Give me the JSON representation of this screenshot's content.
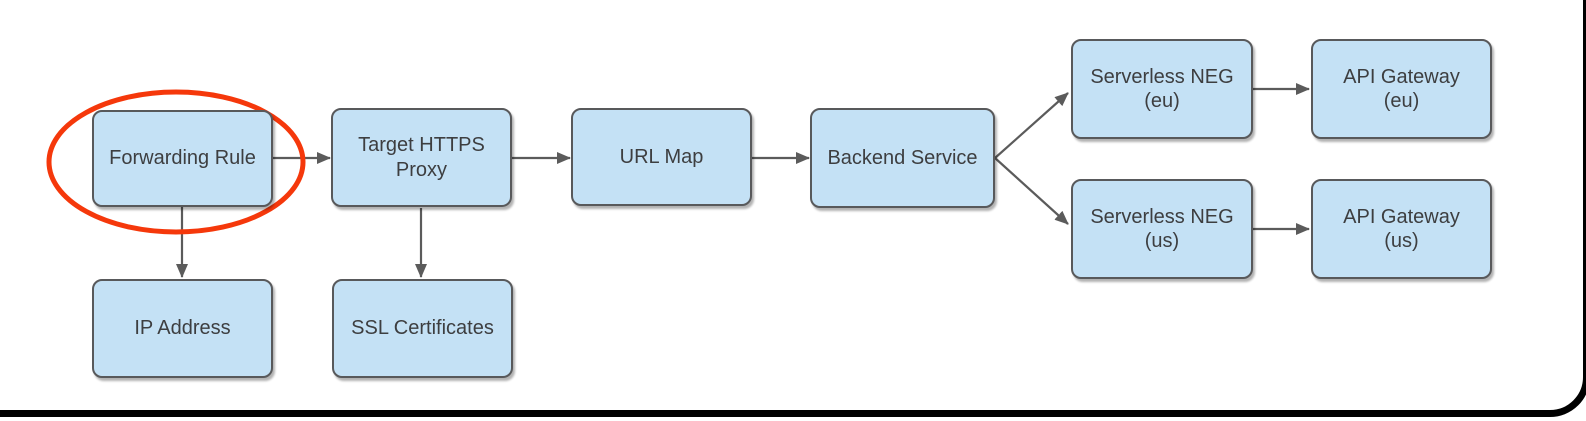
{
  "colors": {
    "background": "#ffffff",
    "node_fill": "#c4e1f5",
    "node_border": "#58595b",
    "node_text": "#3d3e40",
    "arrow": "#5b5b5b",
    "highlight_ellipse": "#f5380b",
    "frame": "#000000"
  },
  "nodes": [
    {
      "id": "forwarding-rule",
      "label": "Forwarding Rule"
    },
    {
      "id": "target-https-proxy",
      "label": "Target HTTPS\nProxy"
    },
    {
      "id": "url-map",
      "label": "URL Map"
    },
    {
      "id": "backend-service",
      "label": "Backend Service"
    },
    {
      "id": "serverless-neg-eu",
      "label": "Serverless NEG\n(eu)"
    },
    {
      "id": "api-gateway-eu",
      "label": "API Gateway\n(eu)"
    },
    {
      "id": "serverless-neg-us",
      "label": "Serverless NEG\n(us)"
    },
    {
      "id": "api-gateway-us",
      "label": "API Gateway\n(us)"
    },
    {
      "id": "ip-address",
      "label": "IP Address"
    },
    {
      "id": "ssl-certificates",
      "label": "SSL Certificates"
    }
  ],
  "edges": [
    {
      "from": "forwarding-rule",
      "to": "target-https-proxy"
    },
    {
      "from": "target-https-proxy",
      "to": "url-map"
    },
    {
      "from": "url-map",
      "to": "backend-service"
    },
    {
      "from": "backend-service",
      "to": "serverless-neg-eu"
    },
    {
      "from": "backend-service",
      "to": "serverless-neg-us"
    },
    {
      "from": "serverless-neg-eu",
      "to": "api-gateway-eu"
    },
    {
      "from": "serverless-neg-us",
      "to": "api-gateway-us"
    },
    {
      "from": "forwarding-rule",
      "to": "ip-address"
    },
    {
      "from": "target-https-proxy",
      "to": "ssl-certificates"
    }
  ],
  "annotation": {
    "type": "ellipse-highlight",
    "target": "forwarding-rule"
  }
}
